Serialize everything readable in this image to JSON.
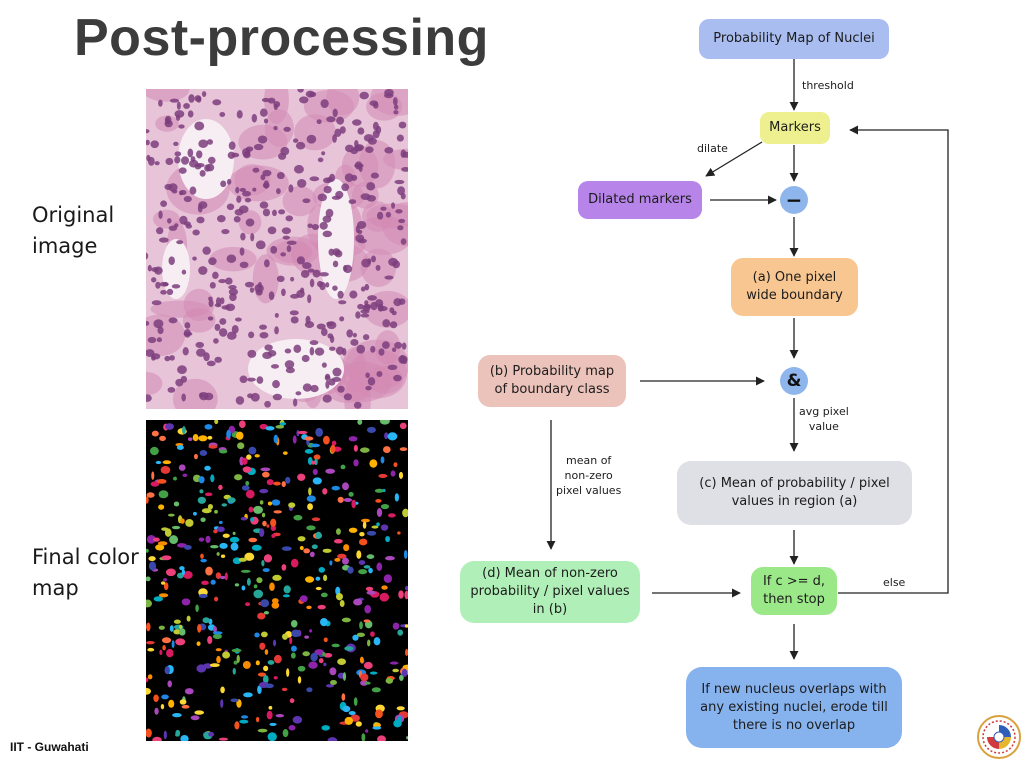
{
  "slide": {
    "title": "Post-processing",
    "footer": "IIT - Guwahati"
  },
  "images": {
    "original": {
      "label_lines": [
        "Original",
        "image"
      ],
      "colors": {
        "background": "#e7c4d8",
        "tissue": "#d48ab4",
        "nucleus": "#7c3e7e",
        "lumen": "#f6eef3"
      }
    },
    "final": {
      "label_lines": [
        "Final color",
        "map"
      ],
      "colors": {
        "background": "#000000"
      }
    }
  },
  "flowchart": {
    "nodes": {
      "prob_map": {
        "lines": [
          "Probability Map of Nuclei"
        ],
        "color": "#a9bdf1"
      },
      "markers": {
        "lines": [
          "Markers"
        ],
        "color": "#eef08f"
      },
      "dilated": {
        "lines": [
          "Dilated markers"
        ],
        "color": "#b784e9"
      },
      "boundary": {
        "lines": [
          "(a) One pixel",
          "wide boundary"
        ],
        "color": "#f8c691"
      },
      "prob_boundary": {
        "lines": [
          "(b) Probability map",
          "of boundary class"
        ],
        "color": "#ecc3bb"
      },
      "mean_region": {
        "lines": [
          "(c) Mean of probability / pixel",
          "values in region (a)"
        ],
        "color": "#dfdfe6"
      },
      "mean_nonzero": {
        "lines": [
          "(d) Mean of non-zero",
          "probability / pixel values",
          "in (b)"
        ],
        "color": "#b0f0b8"
      },
      "stop": {
        "lines": [
          "If c >= d,",
          "then stop"
        ],
        "color": "#9be888"
      },
      "overlap": {
        "lines": [
          "If new nucleus overlaps with",
          "any existing nuclei, erode till",
          "there is no overlap"
        ],
        "color": "#86b2ee"
      }
    },
    "operators": {
      "minus": "−",
      "and": "&"
    },
    "edge_labels": {
      "threshold": [
        "threshold"
      ],
      "dilate": [
        "dilate"
      ],
      "avg_pixel": [
        "avg pixel",
        "value"
      ],
      "mean_nonzero": [
        "mean of",
        "non-zero",
        "pixel values"
      ],
      "else": [
        "else"
      ]
    }
  }
}
